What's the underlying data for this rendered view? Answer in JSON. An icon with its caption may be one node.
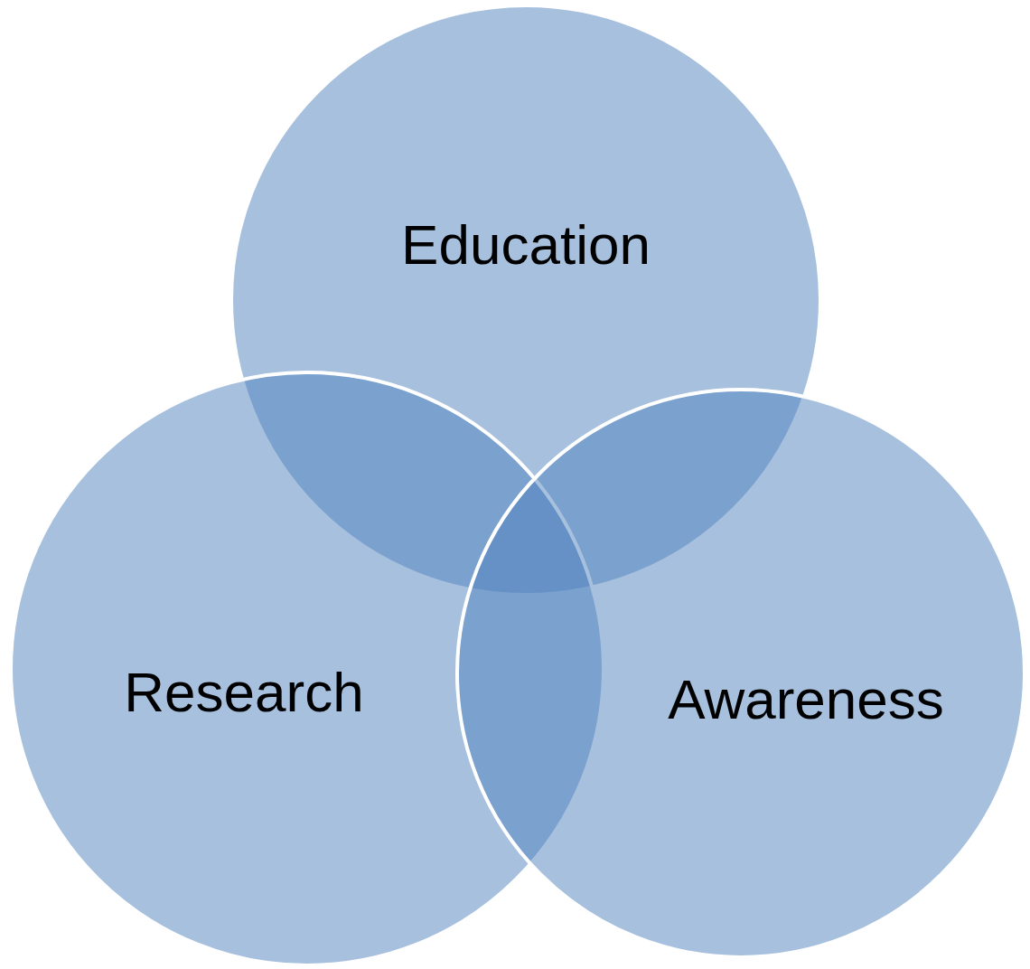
{
  "diagram": {
    "nodes": [
      {
        "text": [
          "Education"
        ]
      },
      {
        "text": [
          "Research"
        ]
      },
      {
        "text": [
          "Awareness"
        ]
      }
    ]
  }
}
